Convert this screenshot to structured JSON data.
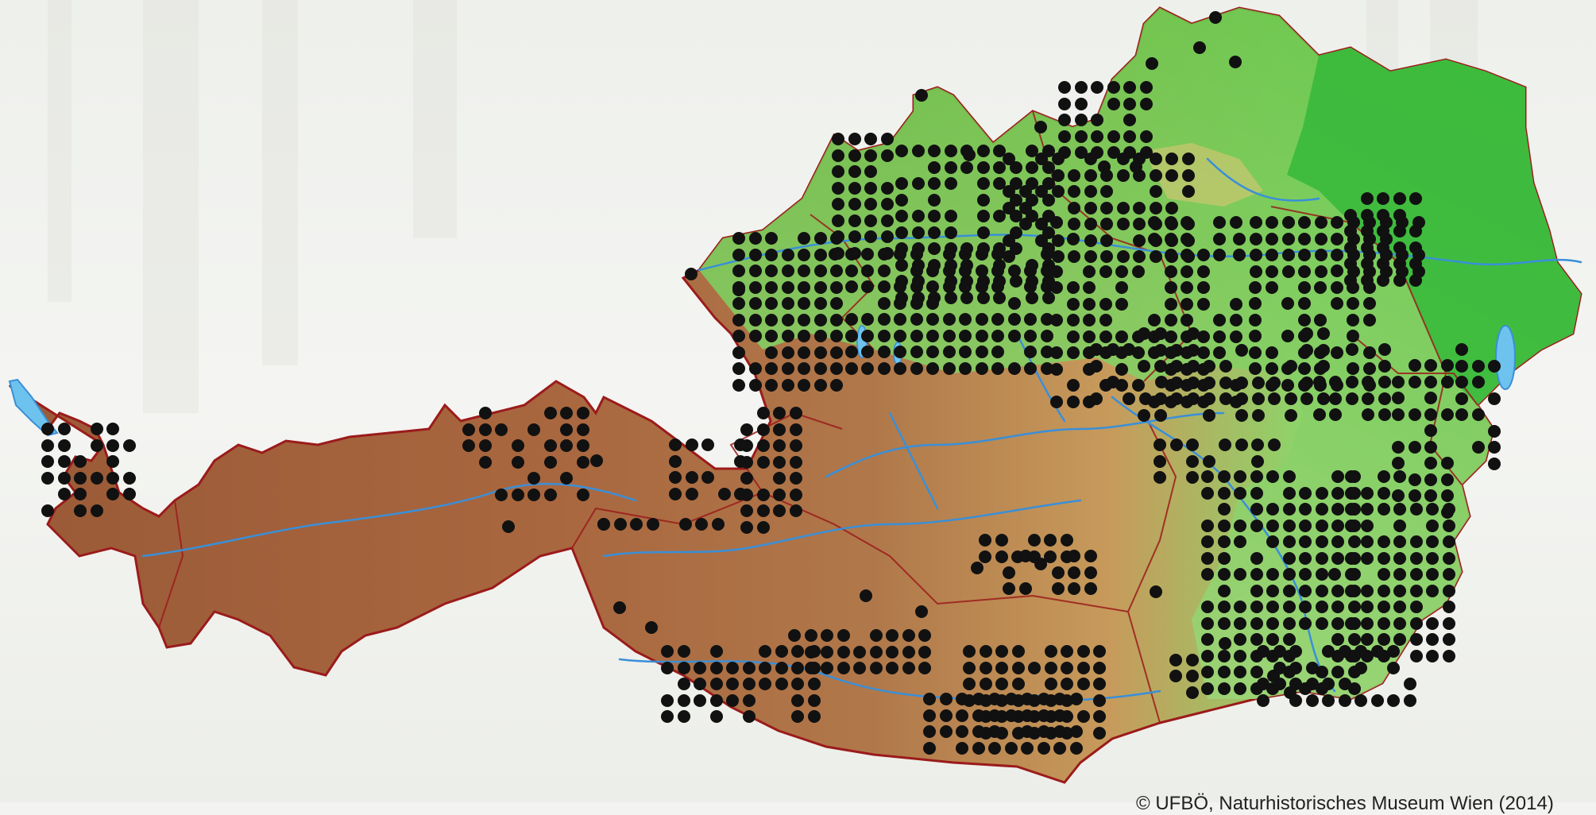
{
  "map": {
    "credit": "© UFBÖ, Naturhistorisches Museum Wien (2014)",
    "background": "faded-forest-photo",
    "country": "Austria",
    "colors": {
      "lowland_green": "#35b83a",
      "mid_green": "#8fd36a",
      "hill_yellow": "#d9c675",
      "mountain_brown": "#9a5a37",
      "border_red": "#9b1b1b",
      "water_blue": "#3a8fd8",
      "dot": "#111111"
    },
    "occurrence_marker": "black-dot"
  }
}
